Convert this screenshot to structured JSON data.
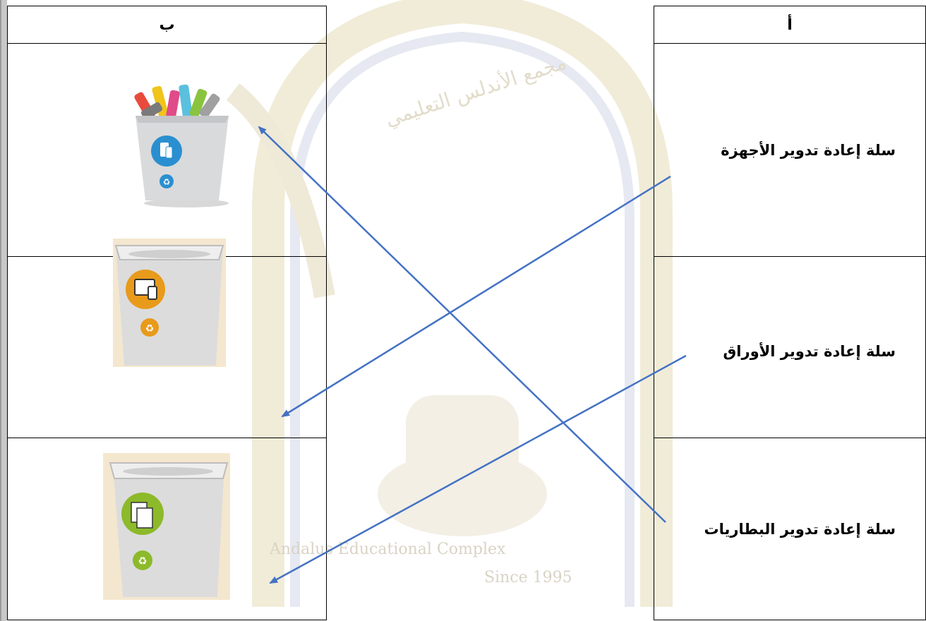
{
  "table": {
    "header_b": "ب",
    "header_a": "أ",
    "items": [
      {
        "label": "سلة إعادة تدوير الأجهزة"
      },
      {
        "label": "سلة إعادة تدوير الأوراق"
      },
      {
        "label": "سلة إعادة تدوير البطاريات"
      }
    ]
  },
  "bins": [
    {
      "name": "battery-recycling-bin",
      "color": "#2a8fd0"
    },
    {
      "name": "device-recycling-bin",
      "color": "#e89a1b"
    },
    {
      "name": "paper-recycling-bin",
      "color": "#8cba2a"
    }
  ],
  "watermark": {
    "line1": "Andalus Educational Complex",
    "line2": "Since 1995",
    "arabic": "مجمع الأندلس التعليمي"
  },
  "colors": {
    "arrow": "#4472c4",
    "border": "#000000"
  }
}
